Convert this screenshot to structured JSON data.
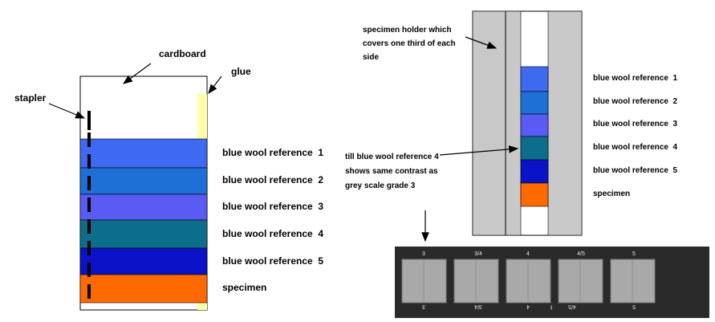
{
  "colors": {
    "ref1": "#3d6af0",
    "ref2": "#1e6fd6",
    "ref3": "#5a5af5",
    "ref4": "#0d6e8c",
    "ref5": "#0c12c8",
    "specimen": "#ff6a00",
    "glue": "#ffffa8",
    "holder": "#c8c8c8",
    "grey_panel": "#2a2a2a",
    "grey_tile": "#a9a9a9"
  },
  "left": {
    "labels": {
      "cardboard": "cardboard",
      "glue": "glue",
      "stapler": "stapler"
    },
    "strips": [
      {
        "label": "blue wool reference  1",
        "color_key": "ref1"
      },
      {
        "label": "blue wool reference  2",
        "color_key": "ref2"
      },
      {
        "label": "blue wool reference  3",
        "color_key": "ref3"
      },
      {
        "label": "blue wool reference  4",
        "color_key": "ref4"
      },
      {
        "label": "blue wool reference  5",
        "color_key": "ref5"
      },
      {
        "label": "specimen",
        "color_key": "specimen"
      }
    ]
  },
  "right": {
    "holder_note": [
      "specimen holder which",
      "covers one third of each",
      "side"
    ],
    "till_note": [
      "till blue wool reference 4",
      "shows same contrast as",
      "grey scale grade 3"
    ],
    "labels": [
      "blue wool reference  1",
      "blue wool reference  2",
      "blue wool reference  3",
      "blue wool reference  4",
      "blue wool reference  5",
      "specimen"
    ],
    "grey_scale": {
      "top": [
        "3",
        "3/4",
        "4",
        "4/5",
        "5"
      ],
      "bottom": [
        "3",
        "3/4",
        "4",
        "4/5",
        "5"
      ],
      "bottom_extra": "f"
    }
  }
}
